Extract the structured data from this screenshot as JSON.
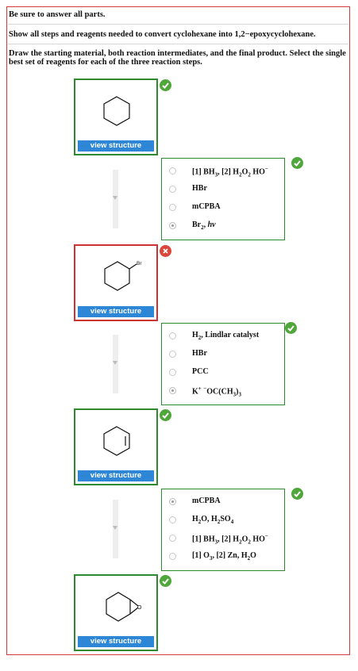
{
  "instructions": {
    "line1": "Be sure to answer all parts.",
    "line2": "Show all steps and reagents needed to convert cyclohexane into 1,2−epoxycyclohexane.",
    "line3": "Draw the starting material, both reaction intermediates, and the final product. Select the single best set of reagents for each of the three reaction steps."
  },
  "structures": [
    {
      "name": "cyclohexane",
      "status": "correct",
      "button": "view structure"
    },
    {
      "name": "bromocyclohexane",
      "status": "incorrect",
      "substituent": "Br",
      "button": "view structure"
    },
    {
      "name": "cyclohexene",
      "status": "correct",
      "button": "view structure"
    },
    {
      "name": "epoxycyclohexane",
      "status": "correct",
      "substituent": "O",
      "button": "view structure"
    }
  ],
  "steps": [
    {
      "status": "correct",
      "selected_index": 3,
      "options": [
        {
          "html": "[1] BH<sub>3</sub>, [2] H<sub>2</sub>O<sub>2</sub> HO<sup>−</sup>"
        },
        {
          "html": "HBr"
        },
        {
          "html": "mCPBA"
        },
        {
          "html": "Br<sub>2</sub>, <i>hν</i>"
        }
      ]
    },
    {
      "status": "correct",
      "selected_index": 3,
      "options": [
        {
          "html": "H<sub>2</sub>, Lindlar catalyst"
        },
        {
          "html": "HBr"
        },
        {
          "html": "PCC"
        },
        {
          "html": "K<sup>+</sup> <sup>−</sup>OC(CH<sub>3</sub>)<sub>3</sub>"
        }
      ]
    },
    {
      "status": "correct",
      "selected_index": 0,
      "options": [
        {
          "html": "mCPBA"
        },
        {
          "html": "H<sub>2</sub>O, H<sub>2</sub>SO<sub>4</sub>"
        },
        {
          "html": "[1] BH<sub>3</sub>, [2] H<sub>2</sub>O<sub>2</sub> HO<sup>−</sup>"
        },
        {
          "html": "[1] O<sub>3</sub>, [2] Zn, H<sub>2</sub>O"
        }
      ]
    }
  ],
  "colors": {
    "correct": "#4fa63a",
    "incorrect": "#d9463a",
    "button": "#2d87d6",
    "frame": "#d43a3a"
  }
}
